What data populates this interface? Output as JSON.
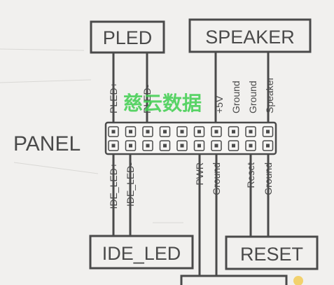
{
  "boxes": {
    "pled": "PLED",
    "speaker": "SPEAKER",
    "ide_led": "IDE_LED",
    "reset": "RESET"
  },
  "header_name": "PANEL",
  "top_pins": [
    "PLED+",
    "PLED-",
    "+5V",
    "Ground",
    "Ground",
    "Speaker"
  ],
  "bottom_pins": [
    "IDE_LED+",
    "IDE_LED-",
    "PWR",
    "Ground",
    "Reset",
    "Ground"
  ],
  "watermark": "慈云数据",
  "colors": {
    "background": "#f1f0ee",
    "ink": "#4a4a4a",
    "watermark": "#3fcf4f"
  }
}
